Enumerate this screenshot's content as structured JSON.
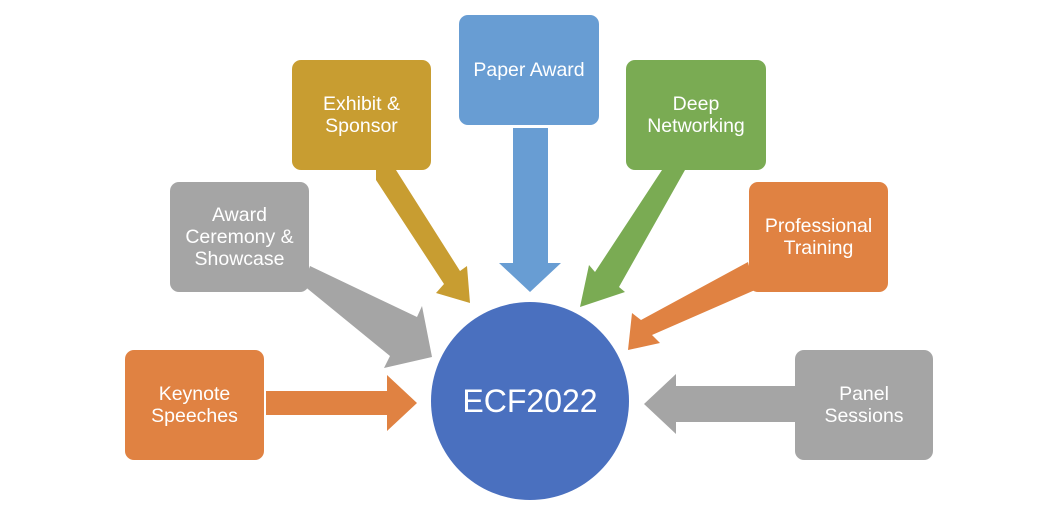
{
  "hub": {
    "label": "ECF2022",
    "color": "#4a70bf"
  },
  "nodes": [
    {
      "id": "keynote",
      "label": "Keynote\nSpeeches",
      "color": "#e08242"
    },
    {
      "id": "award",
      "label": "Award\nCeremony &\nShowcase",
      "color": "#a5a5a5"
    },
    {
      "id": "exhibit",
      "label": "Exhibit &\nSponsor",
      "color": "#c89d31"
    },
    {
      "id": "paper",
      "label": "Paper Award",
      "color": "#689dd3"
    },
    {
      "id": "networking",
      "label": "Deep\nNetworking",
      "color": "#7aab53"
    },
    {
      "id": "training",
      "label": "Professional\nTraining",
      "color": "#e08242"
    },
    {
      "id": "panel",
      "label": "Panel\nSessions",
      "color": "#a5a5a5"
    }
  ]
}
